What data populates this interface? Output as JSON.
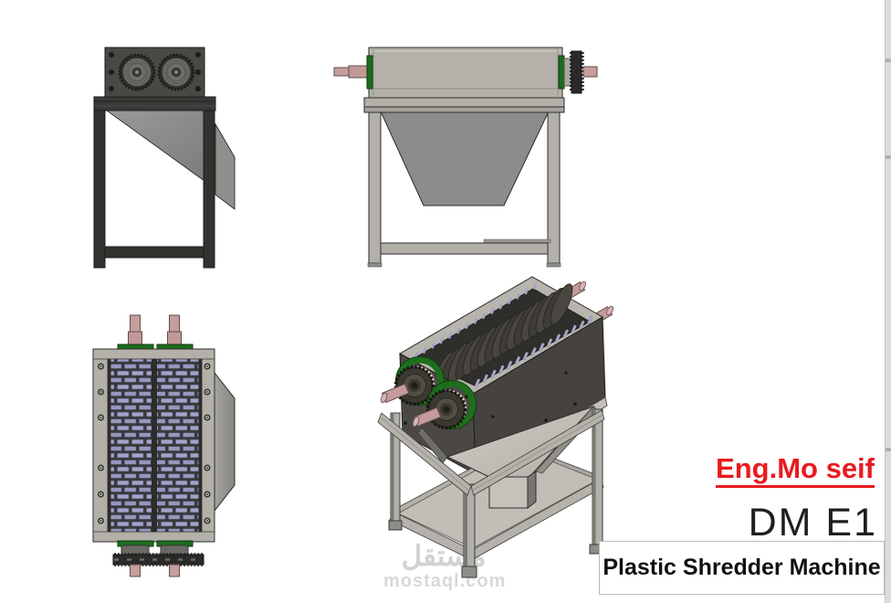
{
  "title_block": {
    "engineer_label": "Eng.Mo seif",
    "model_label": "DM E1",
    "machine_label": "Plastic Shredder Machine",
    "engineer_color": "#e81a1f"
  },
  "watermark": {
    "logo": "مستقل",
    "site": "mostaql.com"
  },
  "views": {
    "top_left": "side-elevation-view",
    "top_right": "front-elevation-view",
    "bottom_left": "top-plan-view",
    "center": "isometric-view"
  },
  "palette": {
    "machine_dark": "#4a4845",
    "machine_light": "#b3b1a9",
    "hopper_gray": "#8c8c8a",
    "blade_lavender": "#a2a3c8",
    "flange_green": "#1d6b1d",
    "shaft_pink": "#c79d9d",
    "watermark_gray": "#d6d6d6",
    "border_gray": "#b9b9b9"
  }
}
